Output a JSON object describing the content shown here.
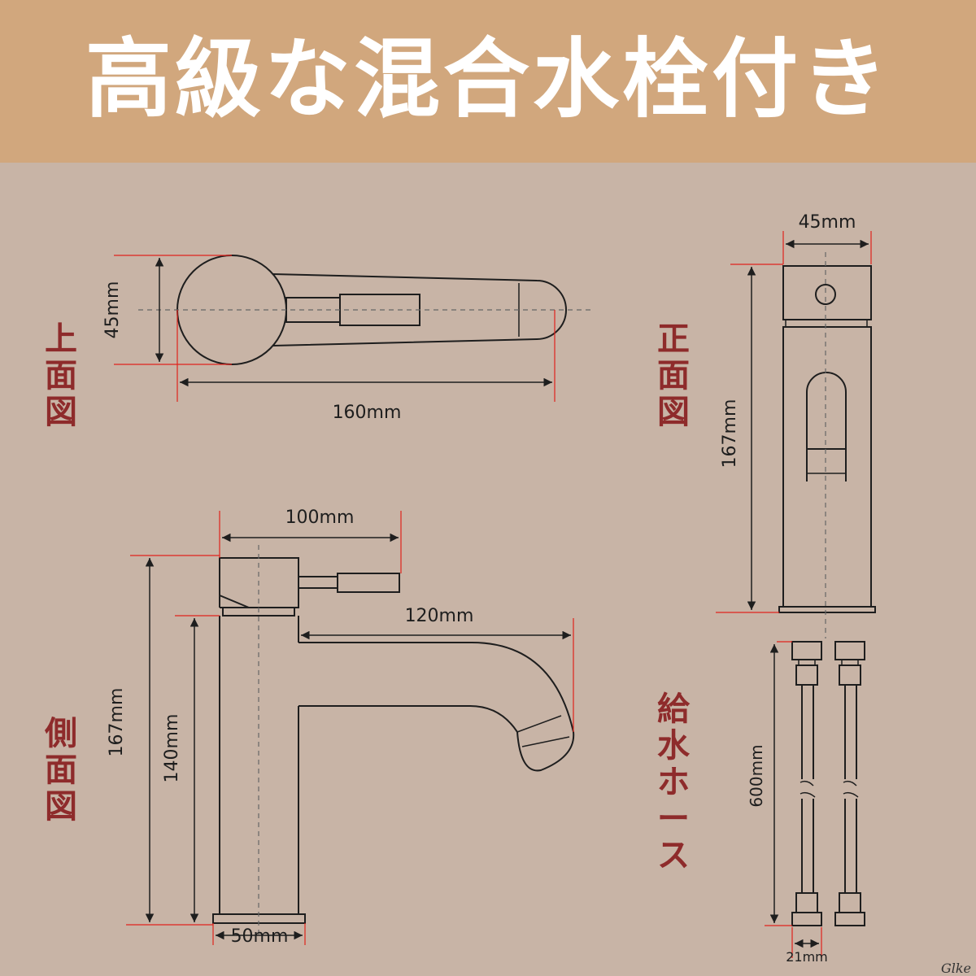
{
  "header": {
    "title": "高級な混合水栓付き"
  },
  "views": {
    "top": "上面図",
    "front": "正面図",
    "side": "側面図",
    "hose": "給水ホース"
  },
  "dimensions": {
    "top_height": "45mm",
    "top_length": "160mm",
    "front_width": "45mm",
    "front_height": "167mm",
    "side_handle": "100mm",
    "side_spout": "120mm",
    "side_total_height": "167mm",
    "side_body_height": "140mm",
    "side_base": "50mm",
    "hose_length": "600mm",
    "hose_nut": "21mm"
  },
  "watermark": "Glke",
  "colors": {
    "header": "#d1a77d",
    "background": "#c8b4a6",
    "label": "#8e2b2b",
    "dimension_line": "#e0231c"
  }
}
